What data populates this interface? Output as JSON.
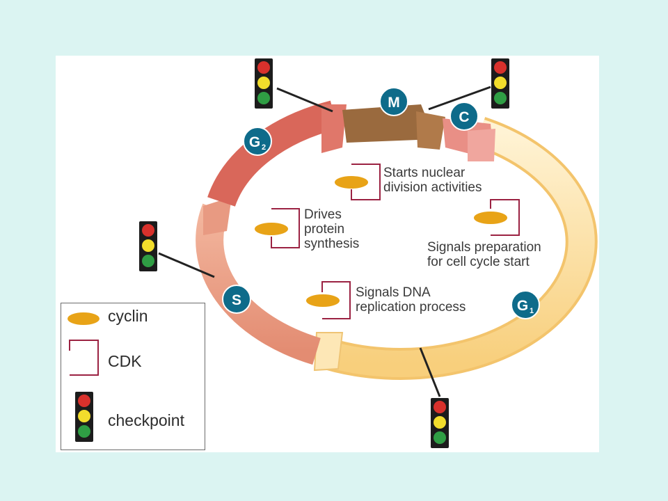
{
  "phases": {
    "m": "M",
    "c": "C",
    "g2": "G",
    "g2_sub": "2",
    "s": "S",
    "g1": "G",
    "g1_sub": "1"
  },
  "annotations": {
    "starts_nuclear_1": "Starts nuclear",
    "starts_nuclear_2": "division activities",
    "drives_1": "Drives",
    "drives_2": "protein",
    "drives_3": "synthesis",
    "signals_prep_1": "Signals preparation",
    "signals_prep_2": "for cell cycle start",
    "signals_dna_1": "Signals DNA",
    "signals_dna_2": "replication process"
  },
  "legend": {
    "cyclin": "cyclin",
    "cdk": "CDK",
    "checkpoint": "checkpoint"
  },
  "colors": {
    "background": "#dbf4f2",
    "cyclin": "#e8a317",
    "cdk": "#9b2242",
    "phase_badge": "#0e6b8a",
    "m_phase": "#9a6a3e",
    "g2_phase": "#d9675a",
    "s_phase": "#e8a08a",
    "g1_phase": "#fbd98e",
    "light_red": "#d8312c",
    "light_yellow": "#f2dd2c",
    "light_green": "#2f9e44"
  }
}
